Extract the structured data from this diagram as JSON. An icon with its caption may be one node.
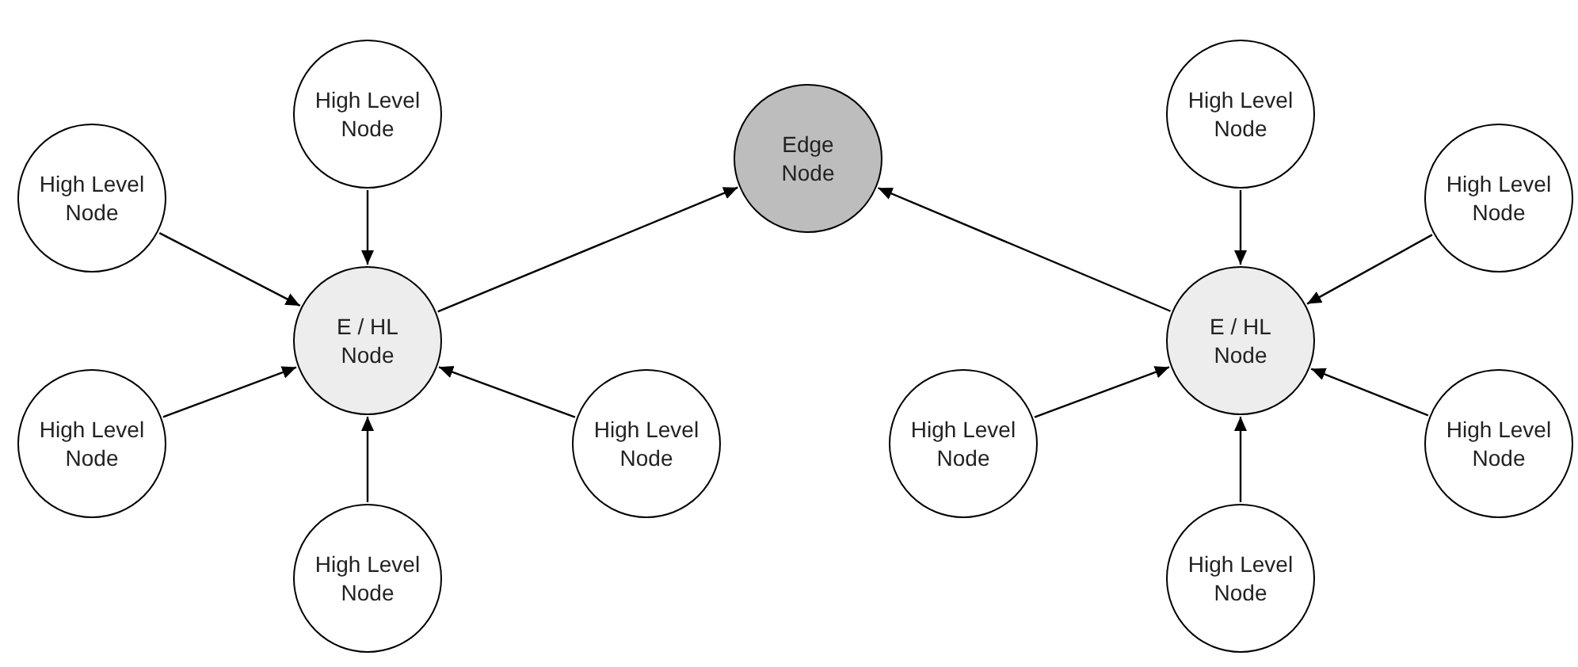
{
  "diagram": {
    "nodes": [
      {
        "text": [
          "High Level Node"
        ]
      },
      {
        "text": [
          "High Level Node"
        ]
      },
      {
        "text": [
          "Edge Node"
        ]
      },
      {
        "text": [
          "High Level Node"
        ]
      },
      {
        "text": [
          "High Level Node"
        ]
      },
      {
        "text": [
          "E / HL Node"
        ]
      },
      {
        "text": [
          "E / HL Node"
        ]
      },
      {
        "text": [
          "High Level Node"
        ]
      },
      {
        "text": [
          "High Level Node"
        ]
      },
      {
        "text": [
          "High Level Node"
        ]
      },
      {
        "text": [
          "High Level Node"
        ]
      },
      {
        "text": [
          "High Level Node"
        ]
      },
      {
        "text": [
          "High Level Node"
        ]
      }
    ],
    "edges": [
      {
        "from": 0,
        "to": 5,
        "arrow": "to"
      },
      {
        "from": 1,
        "to": 5,
        "arrow": "to"
      },
      {
        "from": 7,
        "to": 5,
        "arrow": "to"
      },
      {
        "from": 8,
        "to": 5,
        "arrow": "to"
      },
      {
        "from": 11,
        "to": 5,
        "arrow": "to"
      },
      {
        "from": 5,
        "to": 2,
        "arrow": "to"
      },
      {
        "from": 6,
        "to": 2,
        "arrow": "to"
      },
      {
        "from": 3,
        "to": 6,
        "arrow": "to"
      },
      {
        "from": 4,
        "to": 6,
        "arrow": "to"
      },
      {
        "from": 9,
        "to": 6,
        "arrow": "to"
      },
      {
        "from": 10,
        "to": 6,
        "arrow": "to"
      },
      {
        "from": 12,
        "to": 6,
        "arrow": "to"
      }
    ]
  }
}
